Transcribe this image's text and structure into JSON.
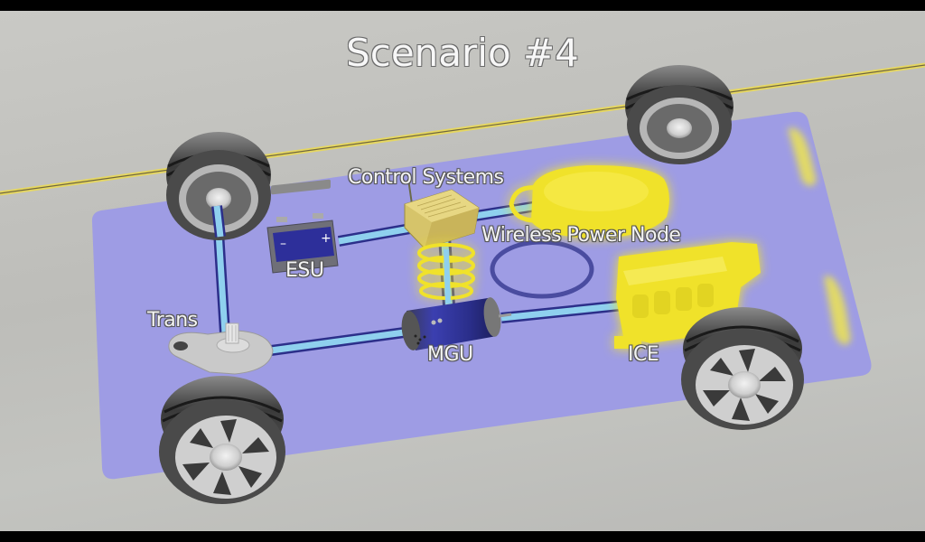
{
  "title": "Scenario #4",
  "labels": {
    "control_systems": "Control Systems",
    "wireless_power_node": "Wireless Power Node",
    "esu": "ESU",
    "trans": "Trans",
    "mgu": "MGU",
    "ice": "ICE"
  },
  "battery": {
    "minus": "–",
    "plus": "+"
  },
  "colors": {
    "chassis": "#9c9ae6",
    "shaft_fill": "#8fd0ee",
    "shaft_edge": "#2c2f8a",
    "highlight": "#f3e62a",
    "road_line": "#e6d760",
    "road": "#c2c2be",
    "letterbox": "#000000"
  },
  "highlighted_components": [
    "Control Systems",
    "Wireless Power Node",
    "ICE"
  ]
}
